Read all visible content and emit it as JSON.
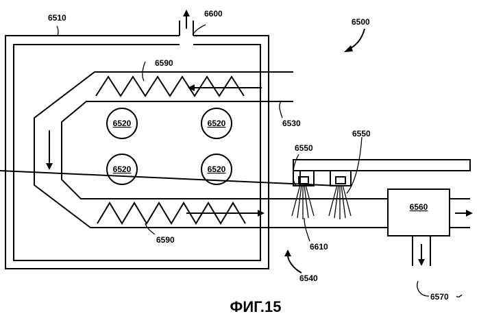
{
  "labels": {
    "system": "6500",
    "enclosure": "6510",
    "heater_1": "6520",
    "heater_2": "6520",
    "heater_3": "6520",
    "heater_4": "6520",
    "inlet_pipe": "6530",
    "outlet_pipe": "6540",
    "injector_left": "6550",
    "injector_right": "6550",
    "unit": "6560",
    "drain": "6570",
    "flue": "6600",
    "coil_top": "6590",
    "coil_bottom": "6590",
    "spray": "6610"
  },
  "caption": "ФИГ.15"
}
